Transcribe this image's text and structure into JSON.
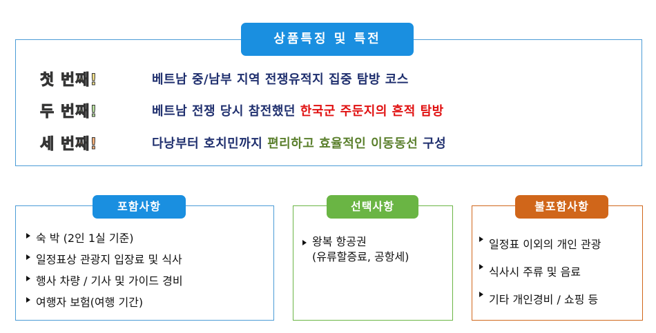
{
  "header": {
    "title": "상품특징 및 특전"
  },
  "features": [
    {
      "ordinal": "첫 번째!",
      "ordinal_color": "#f3e08a",
      "parts": [
        {
          "text": "베트남 ",
          "cls": ""
        },
        {
          "text": "중/남부 지역 전쟁유적지",
          "cls": ""
        },
        {
          "text": " 집중 탐방 코스",
          "cls": ""
        }
      ]
    },
    {
      "ordinal": "두 번째!",
      "ordinal_color": "#b9e2a0",
      "parts": [
        {
          "text": "베트남 전쟁 당시 참전했던 ",
          "cls": ""
        },
        {
          "text": "한국군 주둔지의 흔적 탐방",
          "cls": "hl-red"
        },
        {
          "text": "",
          "cls": ""
        }
      ]
    },
    {
      "ordinal": "세 번째!",
      "ordinal_color": "#f6b07a",
      "parts": [
        {
          "text": "다낭부터 호치민까지 ",
          "cls": ""
        },
        {
          "text": "편리하고 효율적인 이동동선",
          "cls": "hl-green"
        },
        {
          "text": " 구성",
          "cls": ""
        }
      ]
    }
  ],
  "included": {
    "title": "포함사항",
    "items": [
      "숙 박 (2인 1실 기준)",
      "일정표상 관광지 입장료 및 식사",
      "행사 차량 / 기사 및 가이드 경비",
      "여행자 보험(여행 기간)"
    ]
  },
  "optional": {
    "title": "선택사항",
    "items": [
      {
        "main": "왕복 항공권",
        "sub": "(유류할증료, 공항세)"
      }
    ]
  },
  "excluded": {
    "title": "불포함사항",
    "items": [
      "일정표 이외의 개인 관광",
      "식사시 주류 및 음료",
      "기타 개인경비 / 쇼핑 등"
    ]
  },
  "colors": {
    "main_blue": "#1a8fe0",
    "included_blue": "#1a8fe0",
    "optional_green": "#6ab544",
    "excluded_orange": "#d0661a"
  }
}
